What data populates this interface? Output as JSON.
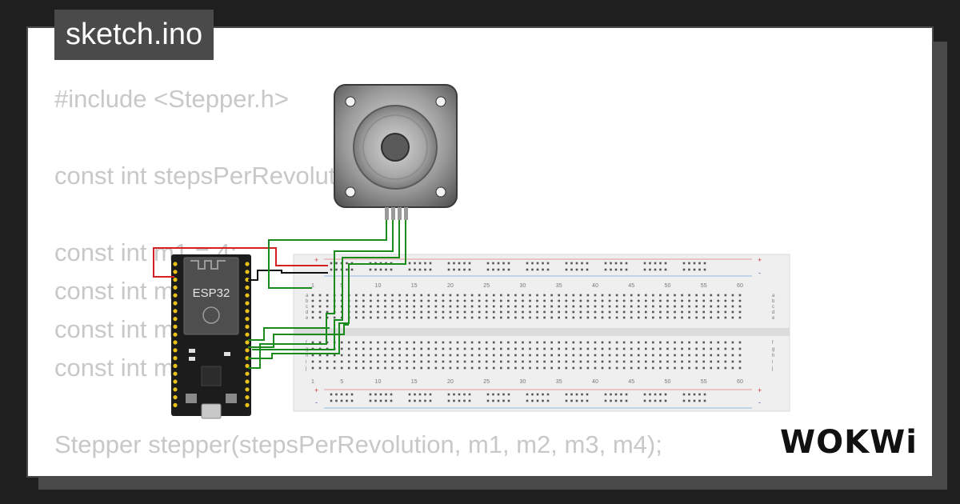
{
  "file_tab": {
    "title": "sketch.ino"
  },
  "code_lines": [
    "#include <Stepper.h>",
    "",
    "const int stepsPerRevolution = 200;",
    "",
    "const int m1 = 4;",
    "const int m2 = 5;",
    "const int m3 = 6;",
    "const int m4 = 7;",
    "",
    "Stepper stepper(stepsPerRevolution, m1, m2, m3, m4);"
  ],
  "board": {
    "label": "ESP32"
  },
  "breadboard": {
    "column_numbers": [
      "1",
      "5",
      "10",
      "15",
      "20",
      "25",
      "30",
      "35",
      "40",
      "45",
      "50",
      "55",
      "60"
    ],
    "rows_top": [
      "a",
      "b",
      "c",
      "d",
      "e"
    ],
    "rows_bottom": [
      "f",
      "g",
      "h",
      "i",
      "j"
    ],
    "rail_plus": "+",
    "rail_minus": "-"
  },
  "brand": {
    "name": "WOKWi"
  },
  "colors": {
    "background": "#1f1f1f",
    "card": "#ffffff",
    "tab": "#4a4a4a",
    "code_text": "#c8c8c8",
    "wire_green": "#1a8a1a",
    "wire_red": "#d42020",
    "wire_black": "#111111",
    "board": "#1c1c1c",
    "breadboard": "#efefef"
  }
}
